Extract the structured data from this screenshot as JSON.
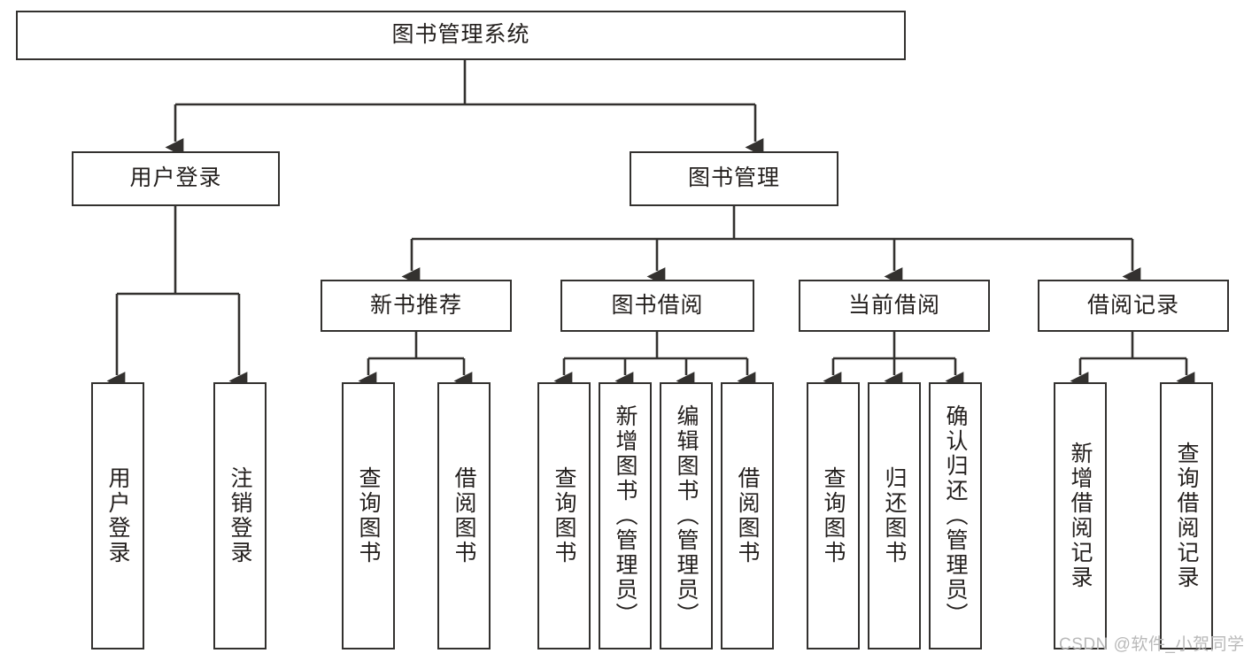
{
  "diagram": {
    "title": "图书管理系统",
    "watermark": "CSDN @软件_小贺同学",
    "colors": {
      "stroke": "#33312f",
      "text": "#231f1d",
      "background": "#ffffff",
      "watermark": "#b9b9b9"
    },
    "levels": {
      "root": {
        "label": "图书管理系统"
      },
      "level2": [
        {
          "label": "用户登录"
        },
        {
          "label": "图书管理"
        }
      ],
      "level3": [
        {
          "label": "新书推荐"
        },
        {
          "label": "图书借阅"
        },
        {
          "label": "当前借阅"
        },
        {
          "label": "借阅记录"
        }
      ],
      "leaves": [
        {
          "label": "用户登录",
          "parent": "用户登录"
        },
        {
          "label": "注销登录",
          "parent": "用户登录"
        },
        {
          "label": "查询图书",
          "parent": "新书推荐"
        },
        {
          "label": "借阅图书",
          "parent": "新书推荐"
        },
        {
          "label": "查询图书",
          "parent": "图书借阅"
        },
        {
          "label": "新增图书（管理员）",
          "parent": "图书借阅"
        },
        {
          "label": "编辑图书（管理员）",
          "parent": "图书借阅"
        },
        {
          "label": "借阅图书",
          "parent": "图书借阅"
        },
        {
          "label": "查询图书",
          "parent": "当前借阅"
        },
        {
          "label": "归还图书",
          "parent": "当前借阅"
        },
        {
          "label": "确认归还（管理员）",
          "parent": "当前借阅"
        },
        {
          "label": "新增借阅记录",
          "parent": "借阅记录"
        },
        {
          "label": "查询借阅记录",
          "parent": "借阅记录"
        }
      ]
    }
  }
}
